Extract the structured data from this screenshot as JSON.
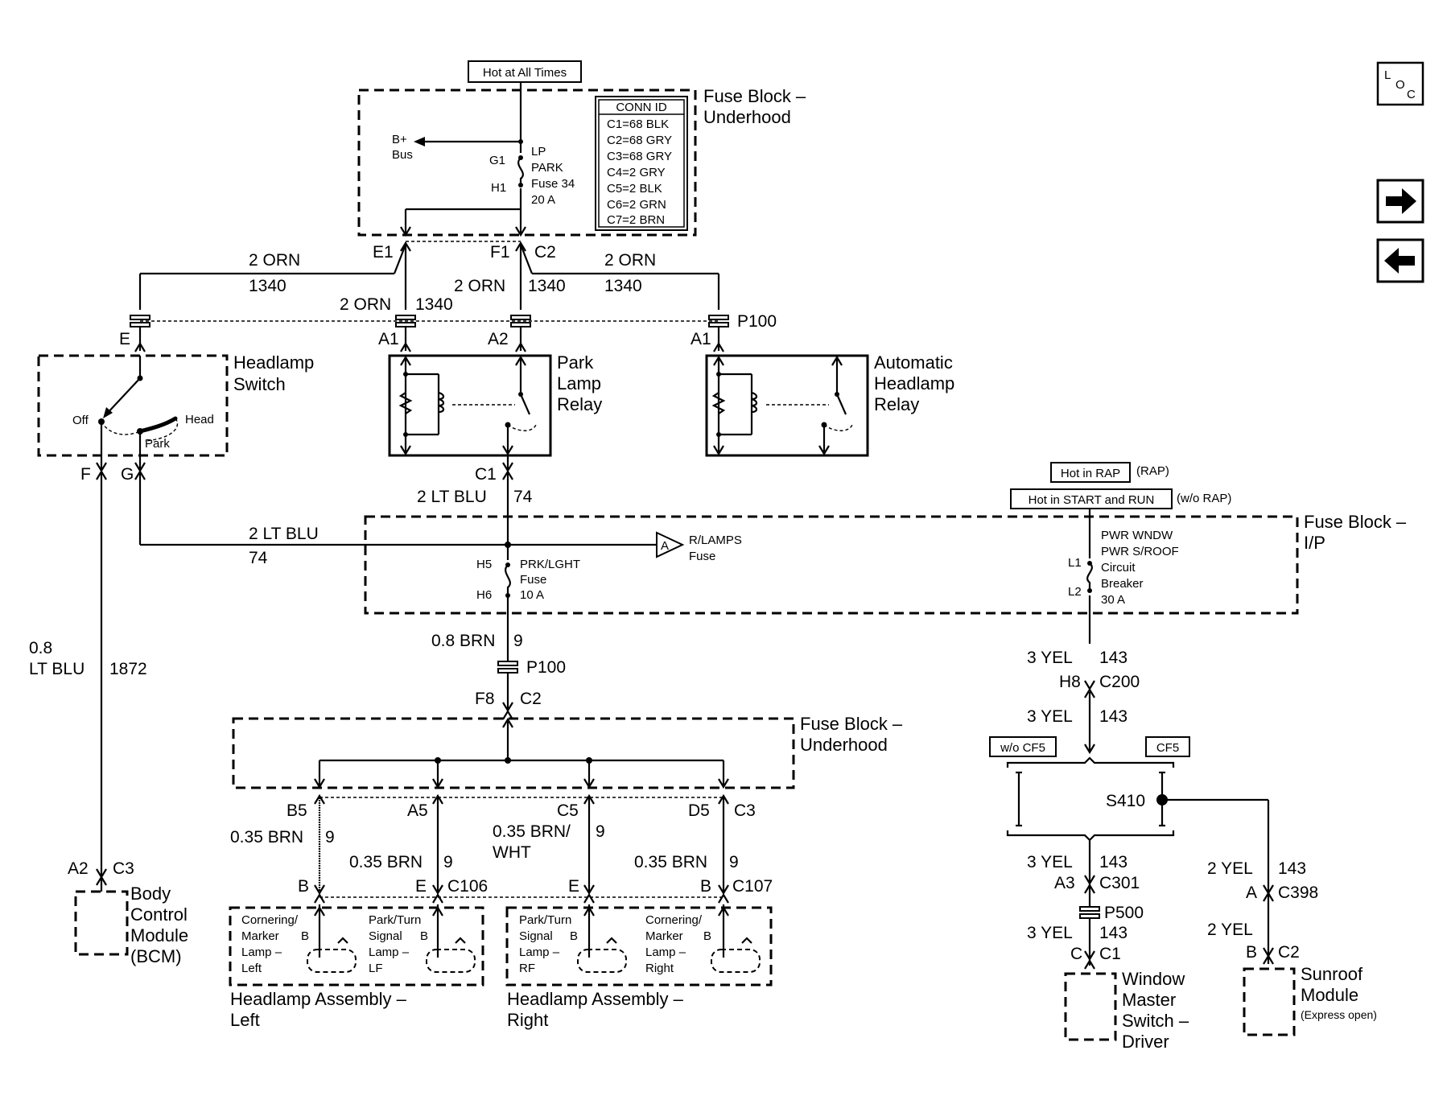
{
  "top": {
    "hot_label": "Hot at All Times"
  },
  "fuse_block_uh": {
    "title_l1": "Fuse Block –",
    "title_l2": "Underhood",
    "bplus_l1": "B+",
    "bplus_l2": "Bus",
    "pin_g1": "G1",
    "pin_h1": "H1",
    "fuse_l1": "LP",
    "fuse_l2": "PARK",
    "fuse_l3": "Fuse 34",
    "fuse_l4": "20 A",
    "conn_title": "CONN ID",
    "conn": [
      "C1=68 BLK",
      "C2=68 GRY",
      "C3=68 GRY",
      "C4=2 GRY",
      "C5=2 BLK",
      "C6=2 GRN",
      "C7=2 BRN"
    ]
  },
  "top_wires": {
    "e1": "E1",
    "f1": "F1",
    "c2": "C2",
    "wl_orn": "2 ORN",
    "wl_1340": "1340",
    "mid_orn": "2 ORN",
    "mid_1340": "1340",
    "cmid_orn": "2 ORN",
    "cmid_1340": "1340",
    "wr_orn": "2 ORN",
    "wr_1340": "1340",
    "p100": "P100",
    "e": "E",
    "a1a": "A1",
    "a2": "A2",
    "a1b": "A1"
  },
  "headlamp_switch": {
    "title_l1": "Headlamp",
    "title_l2": "Switch",
    "off": "Off",
    "head": "Head",
    "park": "Park",
    "pin_f": "F",
    "pin_g": "G"
  },
  "park_relay": {
    "l1": "Park",
    "l2": "Lamp",
    "l3": "Relay"
  },
  "auto_relay": {
    "l1": "Automatic",
    "l2": "Headlamp",
    "l3": "Relay"
  },
  "middle": {
    "c1": "C1",
    "w_ltblu": "2 LT BLU",
    "w_74": "74",
    "g_ltblu": "2 LT BLU",
    "g_74": "74",
    "rlamps_a": "A",
    "rlamps_l1": "R/LAMPS",
    "rlamps_l2": "Fuse",
    "pin_h5": "H5",
    "pin_h6": "H6",
    "prk_l1": "PRK/LGHT",
    "prk_l2": "Fuse",
    "prk_l3": "10 A",
    "brn": "0.8 BRN",
    "brn_9": "9",
    "p100": "P100",
    "f8": "F8",
    "c2": "C2"
  },
  "fuse_block_ip": {
    "hot_rap": "Hot in RAP",
    "rap": "(RAP)",
    "hot_run": "Hot in START and RUN",
    "worap": "(w/o RAP)",
    "title_l1": "Fuse Block –",
    "title_l2": "I/P",
    "cb_l1": "PWR WNDW",
    "cb_l2": "PWR S/ROOF",
    "cb_l3": "Circuit",
    "cb_l4": "Breaker",
    "cb_l5": "30 A",
    "pin_l1": "L1",
    "pin_l2": "L2"
  },
  "bcm_wire": {
    "g1": "0.8",
    "g2": "LT BLU",
    "num": "1872",
    "a2": "A2",
    "c3": "C3"
  },
  "bcm": {
    "l1": "Body",
    "l2": "Control",
    "l3": "Module",
    "l4": "(BCM)"
  },
  "fuse_block_uh2": {
    "title_l1": "Fuse Block –",
    "title_l2": "Underhood"
  },
  "lower": {
    "b5": "B5",
    "a5": "A5",
    "c5": "C5",
    "d5": "D5",
    "c3": "C3",
    "w1": "0.35 BRN",
    "w1n": "9",
    "w2": "0.35 BRN",
    "w2n": "9",
    "w3_l1": "0.35 BRN/",
    "w3_l2": "WHT",
    "w3n": "9",
    "w4": "0.35 BRN",
    "w4n": "9",
    "b1": "B",
    "e1": "E",
    "c106": "C106",
    "e2": "E",
    "b2": "B",
    "c107": "C107"
  },
  "hl_left": {
    "corner_l1": "Cornering/",
    "corner_l2": "Marker",
    "corner_l3": "Lamp –",
    "corner_l4": "Left",
    "corner_b": "B",
    "park_l1": "Park/Turn",
    "park_l2": "Signal",
    "park_l3": "Lamp –",
    "park_l4": "LF",
    "park_b": "B",
    "title_l1": "Headlamp Assembly –",
    "title_l2": "Left"
  },
  "hl_right": {
    "park_l1": "Park/Turn",
    "park_l2": "Signal",
    "park_l3": "Lamp –",
    "park_l4": "RF",
    "park_b": "B",
    "corner_l1": "Cornering/",
    "corner_l2": "Marker",
    "corner_l3": "Lamp –",
    "corner_l4": "Right",
    "corner_b": "B",
    "title_l1": "Headlamp Assembly –",
    "title_l2": "Right"
  },
  "right": {
    "yel1": "3 YEL",
    "n1": "143",
    "h8": "H8",
    "c200": "C200",
    "yel2": "3 YEL",
    "n2": "143",
    "wocf5": "w/o CF5",
    "cf5": "CF5",
    "s410": "S410",
    "yel3": "3 YEL",
    "n3": "143",
    "a3": "A3",
    "c301": "C301",
    "p500": "P500",
    "yel4": "3 YEL",
    "n4": "143",
    "c": "C",
    "c1": "C1",
    "yel5": "2 YEL",
    "n5": "143",
    "a": "A",
    "c398": "C398",
    "yel6": "2 YEL",
    "b": "B",
    "c2": "C2"
  },
  "window_switch": {
    "l1": "Window",
    "l2": "Master",
    "l3": "Switch –",
    "l4": "Driver"
  },
  "sunroof": {
    "l1": "Sunroof",
    "l2": "Module",
    "l3": "(Express open)"
  },
  "nav": {
    "loc_l": "L",
    "loc_o": "O",
    "loc_c": "C",
    "next_icon": "arrow-right-icon",
    "prev_icon": "arrow-left-icon"
  }
}
